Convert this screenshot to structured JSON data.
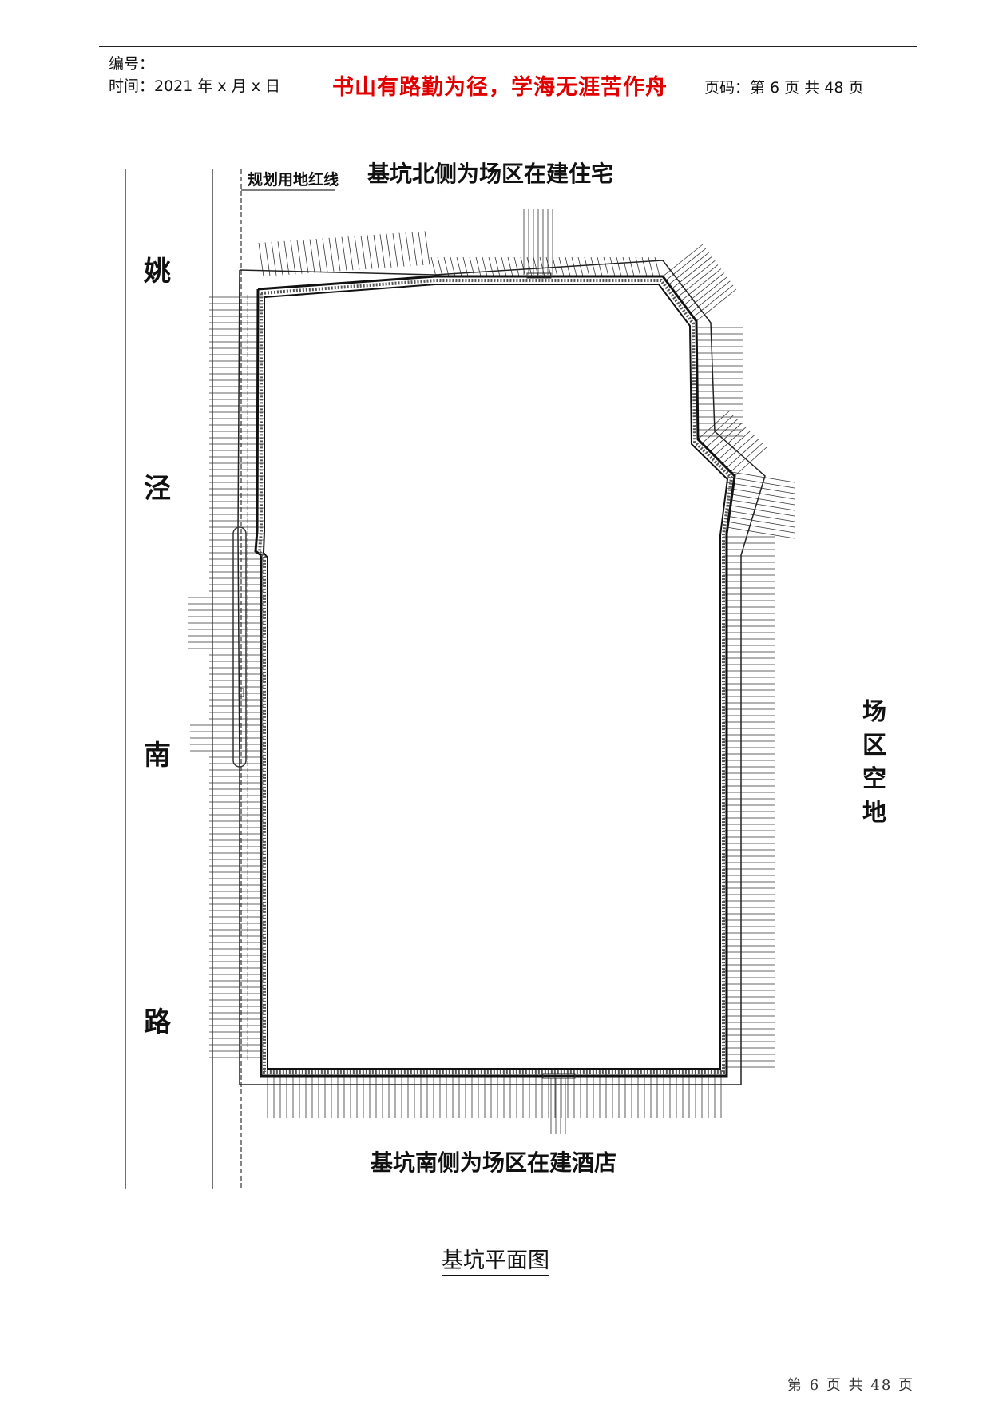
{
  "header": {
    "code_label": "编号：",
    "time_label": "时间：2021 年 x 月 x 日",
    "motto": "书山有路勤为径，学海无涯苦作舟",
    "page_label": "页码：第 6 页 共 48 页"
  },
  "drawing": {
    "north_label": "基坑北侧为场区在建住宅",
    "south_label": "基坑南侧为场区在建酒店",
    "redline_label": "规划用地红线",
    "road_chars": [
      "姚",
      "泾",
      "南",
      "路"
    ],
    "east_chars": [
      "场",
      "区",
      "空",
      "地"
    ]
  },
  "caption": "基坑平面图",
  "footer": "第 6 页 共 48 页"
}
